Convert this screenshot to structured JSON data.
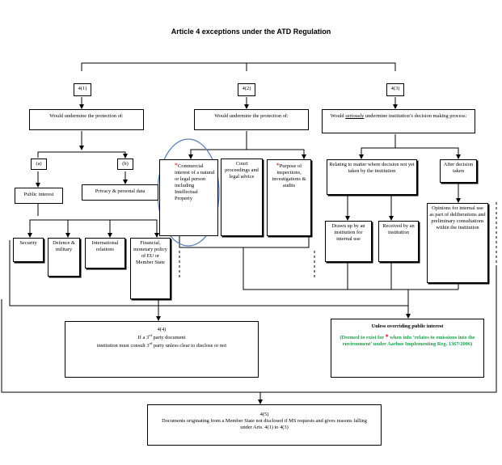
{
  "title": "Article 4 exceptions under the ATD Regulation",
  "branches": {
    "b41": "4(1)",
    "b42": "4(2)",
    "b43": "4(3)"
  },
  "protection": {
    "p41": "Would undermine the protection of:",
    "p42": "Would undermine the protection of:",
    "p43_pre": "Would ",
    "p43_ul": "seriously",
    "p43_post": " undermine institution’s decision making process:"
  },
  "sub": {
    "a": "(a)",
    "b": "(b)",
    "public_interest": "Public interest",
    "privacy": "Privacy & personal data"
  },
  "categories": {
    "security": "Security",
    "defence": "Defence & military",
    "international": "International relations",
    "financial": "Financial, monetary policy of EU or Member State"
  },
  "art42": {
    "star": "*",
    "commercial": "Commercial interest of a natural or legal person including Intellectual Property",
    "court": "Court proceedings and legal advice",
    "purpose": "Purpose of inspections, investigations & audits"
  },
  "art43": {
    "relating": "Relating to matter where decision not yet taken by the institution",
    "after": "After decision taken",
    "drawn": "Drawn up by an institution for internal use",
    "received": "Received by an institution",
    "opinions": "Opinions for internal use as part of deliberations and preliminary consultations within the institution"
  },
  "box44": {
    "heading": "4(4)",
    "line1_pre": "If a 3",
    "line1_sup": "rd",
    "line1_post": " party document",
    "line2_pre": "institution must consult 3",
    "line2_sup": "rd",
    "line2_post": " party unless clear to disclose or not"
  },
  "overriding": {
    "heading": "Unless overriding public interest",
    "green_pre": "(Deemed to exist for ",
    "star": "*",
    "green_post": " when info ‘relates to emissions into the environment’ under Aarhus Implementing Reg. 1367/2006)"
  },
  "box45": {
    "heading": "4(5)",
    "text": "Documents originating from a Member State not disclosed if MS requests and gives reasons falling under Arts. 4(1) to 4(3)"
  },
  "colors": {
    "ellipse": "#5b7fb8",
    "star": "#e00000",
    "green": "#17a34a"
  }
}
